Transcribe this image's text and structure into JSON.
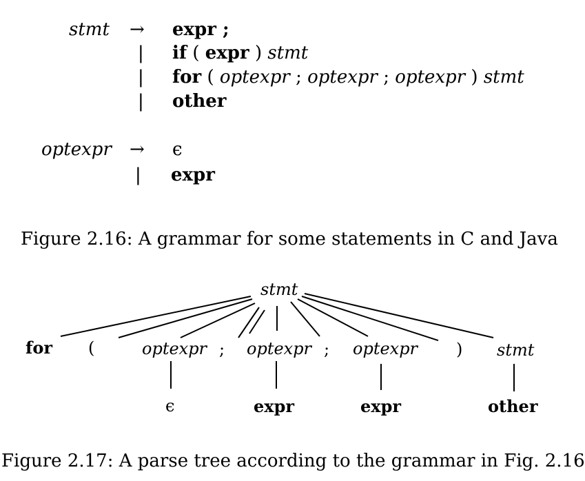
{
  "grammar": {
    "stmt_lhs": "stmt",
    "arrow": "→",
    "bar": "|",
    "stmt_prod1": "expr ;",
    "stmt_prod2": {
      "kw": "if",
      "lp": "(",
      "expr": "expr",
      "rp": ")",
      "stmt": "stmt"
    },
    "stmt_prod3": {
      "kw": "for",
      "lp": "(",
      "opt1": "optexpr",
      "semi1": ";",
      "opt2": "optexpr",
      "semi2": ";",
      "opt3": "optexpr",
      "rp": ")",
      "stmt": "stmt"
    },
    "stmt_prod4": "other",
    "optexpr_lhs": "optexpr",
    "optexpr_prod1": "ϵ",
    "optexpr_prod2": "expr"
  },
  "figure_2_16_caption": "Figure 2.16: A grammar for some statements in C and Java",
  "tree": {
    "root": "stmt",
    "children": [
      "for",
      "(",
      "optexpr",
      ";",
      "optexpr",
      ";",
      "optexpr",
      ")",
      "stmt"
    ],
    "leaves": [
      "ϵ",
      "expr",
      "expr",
      "other"
    ]
  },
  "figure_2_17_caption": "Figure 2.17: A parse tree according to the grammar in Fig. 2.16"
}
